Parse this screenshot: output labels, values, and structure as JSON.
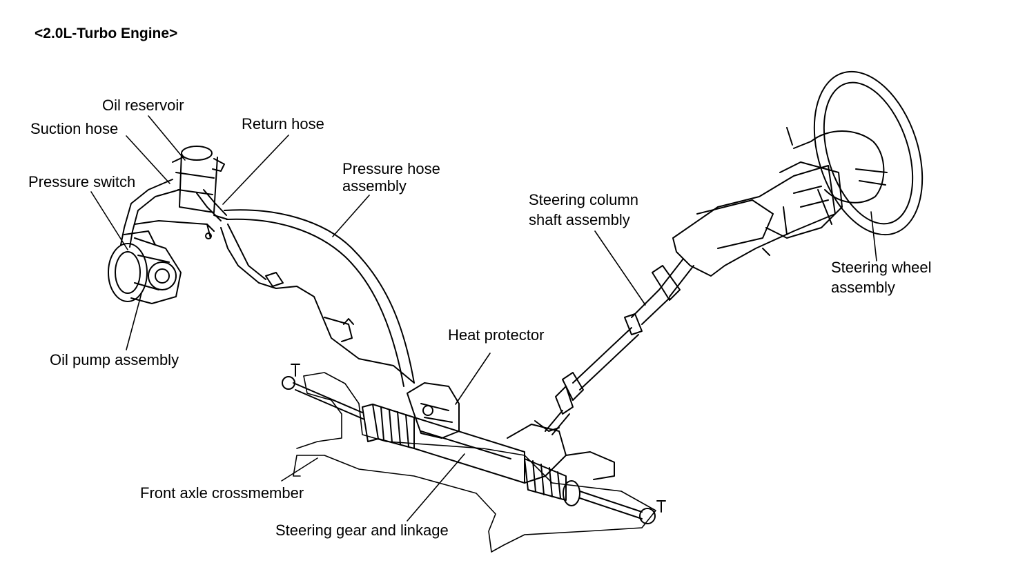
{
  "title": "<2.0L-Turbo Engine>",
  "labels": {
    "oil_reservoir": "Oil reservoir",
    "suction_hose": "Suction hose",
    "return_hose": "Return hose",
    "pressure_switch": "Pressure switch",
    "pressure_hose_line1": "Pressure hose",
    "pressure_hose_line2": "assembly",
    "steering_column_line1": "Steering column",
    "steering_column_line2": "shaft assembly",
    "steering_wheel_line1": "Steering wheel",
    "steering_wheel_line2": "assembly",
    "oil_pump": "Oil pump assembly",
    "heat_protector": "Heat protector",
    "front_axle": "Front axle crossmember",
    "steering_gear": "Steering gear and linkage"
  },
  "colors": {
    "line": "#000000",
    "background": "#ffffff"
  }
}
